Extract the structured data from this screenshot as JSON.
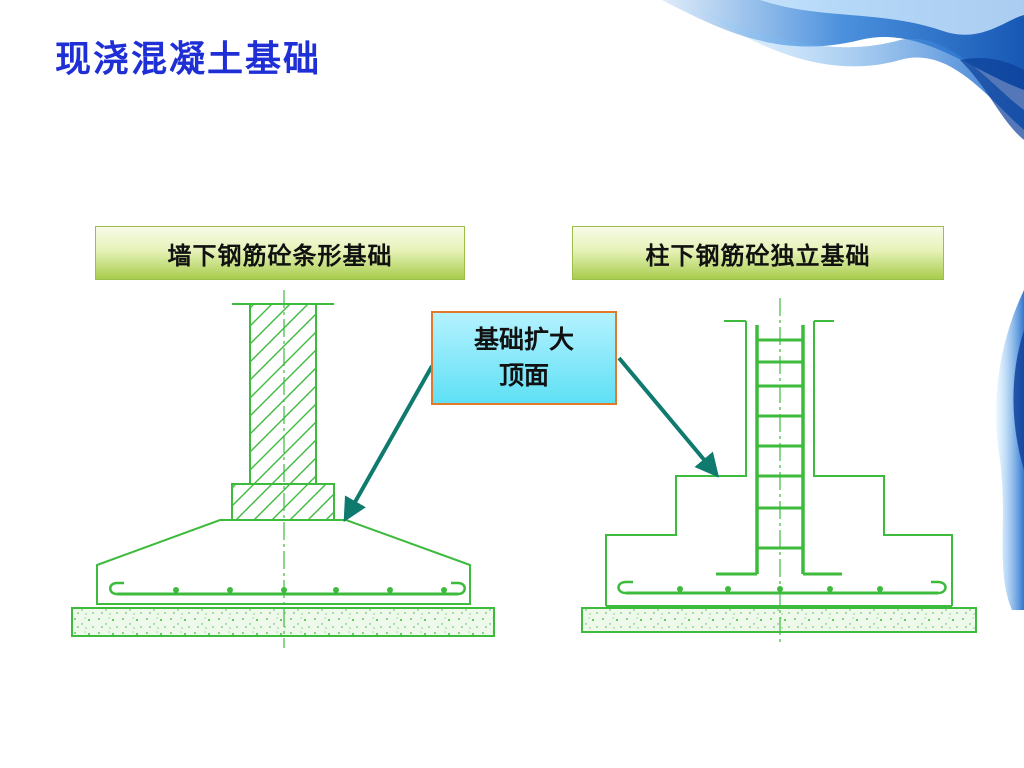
{
  "slide": {
    "title": "现浇混凝土基础"
  },
  "labels": {
    "left": "墙下钢筋砼条形基础",
    "right": "柱下钢筋砼独立基础"
  },
  "callout": {
    "line1": "基础扩大",
    "line2": "顶面"
  },
  "colors": {
    "title": "#1f2fd6",
    "drawing": "#3dbb3d",
    "arrow": "#0f7a6e",
    "callout_border": "#e07a2a",
    "callout_fill": "#5fe0f5",
    "label_fill": "#a8cd4d"
  }
}
